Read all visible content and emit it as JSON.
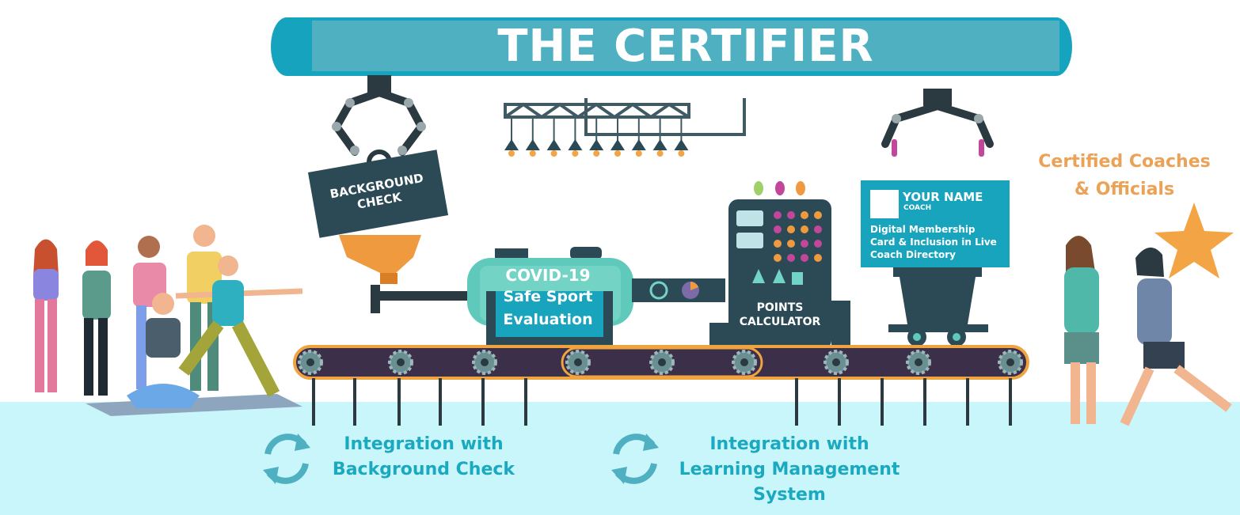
{
  "title": "THE CERTIFIER",
  "background_check_sign": {
    "line1": "BACKGROUND",
    "line2": "CHECK"
  },
  "tank": {
    "line1": "COVID-19",
    "line2": "Safe Sport",
    "line3": "Evaluation"
  },
  "points_calculator": {
    "line1": "POINTS",
    "line2": "CALCULATOR"
  },
  "membership_card": {
    "name": "YOUR NAME",
    "role": "COACH",
    "description_line1": "Digital Membership",
    "description_line2": "Card & Inclusion in Live",
    "description_line3": "Coach Directory"
  },
  "certified_label": {
    "line1": "Certified Coaches",
    "line2": "& Officials"
  },
  "integrations": [
    {
      "line1": "Integration with",
      "line2": "Background Check"
    },
    {
      "line1": "Integration with",
      "line2": "Learning Management",
      "line3": "System"
    }
  ],
  "colors": {
    "teal": "#1ba9c0",
    "dark": "#2b4a55",
    "orange": "#eba257",
    "floor": "#c9f6fb",
    "belt": "#3b2f4a"
  }
}
